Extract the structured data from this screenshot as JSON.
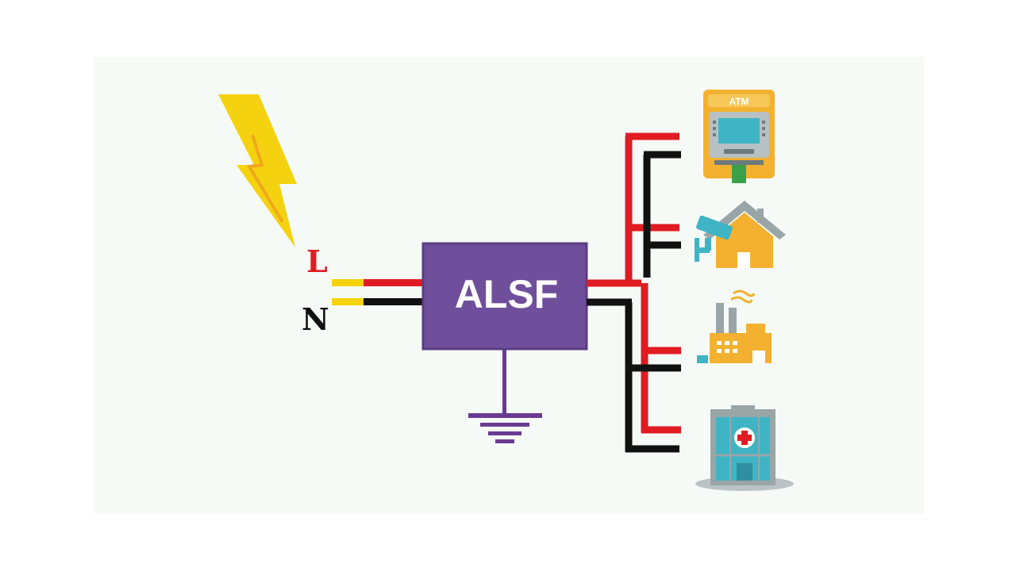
{
  "diagram": {
    "device_label": "ALSF",
    "line_label": "L",
    "neutral_label": "N",
    "atm_label": "ATM"
  },
  "colors": {
    "panel_bg": "#f6faf7",
    "device_fill": "#6f4f9b",
    "device_border": "#5a3c85",
    "ground": "#6a3b92",
    "line_wire": "#e01b22",
    "neutral_wire": "#111111",
    "wire_tip": "#f5d20a",
    "lightning": "#f4d20f",
    "lightning_inner": "#f1a81c",
    "icon_orange": "#f3b12f",
    "icon_teal": "#3fb4c4",
    "icon_gray": "#9aa5a8"
  },
  "icons": [
    "lightning-bolt-icon",
    "atm-icon",
    "house-icon",
    "security-camera-icon",
    "factory-icon",
    "hospital-icon",
    "ground-symbol-icon"
  ]
}
